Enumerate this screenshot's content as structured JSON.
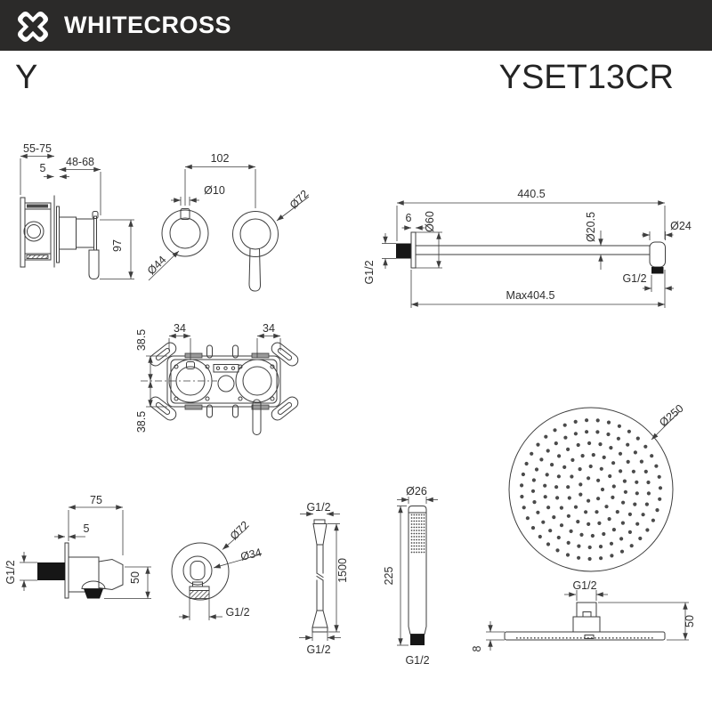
{
  "header": {
    "brand": "WHITECROSS",
    "bg_color": "#2b2a29"
  },
  "title": {
    "series": "Y",
    "model": "YSET13CR"
  },
  "colors": {
    "line": "#3e3e3e",
    "text": "#2f2f2f",
    "fill_black": "#161616"
  },
  "drawings": {
    "mixer_side": {
      "dims": {
        "depth_range": "55-75",
        "body_depth_range": "48-68",
        "plate_gap": "5",
        "handle_height": "97"
      }
    },
    "mixer_front": {
      "dims": {
        "centers_spacing": "102",
        "stem_diameter": "Ø10",
        "knob_diameter": "Ø44",
        "handle_diameter": "Ø72"
      }
    },
    "shower_arm": {
      "dims": {
        "total_length": "440.5",
        "flange_thickness": "6",
        "flange_diameter": "Ø60",
        "tube_diameter": "Ø20.5",
        "end_diameter": "Ø24",
        "inlet_thread": "G1/2",
        "outlet_thread": "G1/2",
        "max_length": "Max404.5"
      }
    },
    "rough_in": {
      "dims": {
        "left_offset": "34",
        "right_offset": "34",
        "top_offset": "38.5",
        "bottom_offset": "38.5"
      }
    },
    "outlet_side": {
      "dims": {
        "depth": "75",
        "plate_thickness": "5",
        "inlet_thread": "G1/2",
        "height": "50"
      }
    },
    "outlet_front": {
      "dims": {
        "plate_diameter": "Ø72",
        "holder_diameter": "Ø34",
        "outlet_thread": "G1/2"
      }
    },
    "hose": {
      "dims": {
        "top_thread": "G1/2",
        "length": "1500",
        "bottom_thread": "G1/2"
      }
    },
    "handshower": {
      "dims": {
        "head_diameter": "Ø26",
        "length": "225",
        "bottom_thread": "G1/2"
      }
    },
    "head_front": {
      "dims": {
        "diameter": "Ø250"
      }
    },
    "head_side": {
      "dims": {
        "inlet_thread": "G1/2",
        "height": "50",
        "thickness": "8"
      }
    }
  }
}
